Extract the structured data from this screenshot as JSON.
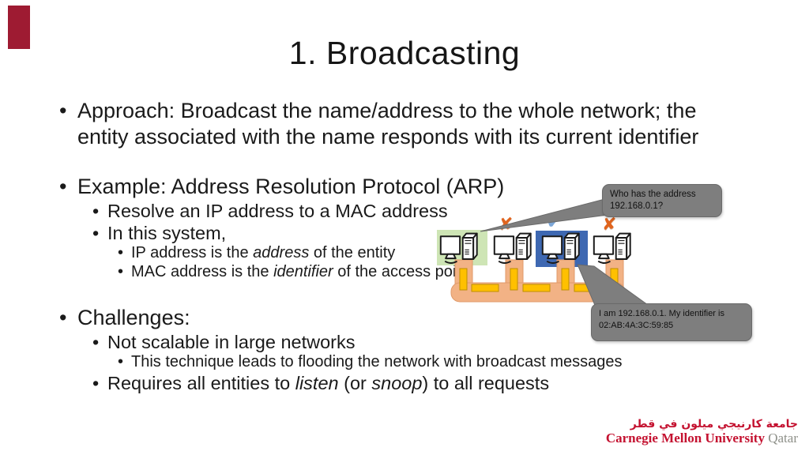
{
  "slide": {
    "title": "1. Broadcasting"
  },
  "colors": {
    "accent_red": "#9E1B32",
    "cmu_red": "#C41230",
    "logo_gray": "#8E9089",
    "callout_gray": "#7E7E7E",
    "callout_border": "#6A6A6A",
    "highlight_green": "#CEE5B5",
    "highlight_blue": "#3E68B2",
    "check_blue": "#7CA7D8",
    "x_orange": "#E0641E",
    "bus_salmon": "#F2B285",
    "bus_salmon_border": "#E09A6A",
    "bar_gold": "#FFC000",
    "bar_gold_border": "#BF9000",
    "text_dark": "#1A1A1A"
  },
  "content": {
    "bullet_glyph": "•",
    "bullets": [
      {
        "level": 1,
        "segments": [
          {
            "text": "Approach: Broadcast the name/address to the whole network; the entity associated with the name responds with its current identifier"
          }
        ]
      },
      {
        "level": 1,
        "gap_before": true,
        "segments": [
          {
            "text": "Example: Address Resolution Protocol (ARP)"
          }
        ]
      },
      {
        "level": 2,
        "segments": [
          {
            "text": "Resolve an IP address to a MAC address"
          }
        ]
      },
      {
        "level": 2,
        "segments": [
          {
            "text": "In this system,"
          }
        ]
      },
      {
        "level": 3,
        "segments": [
          {
            "text": "IP address is the "
          },
          {
            "text": "address",
            "italic": true
          },
          {
            "text": " of the entity"
          }
        ]
      },
      {
        "level": 3,
        "segments": [
          {
            "text": "MAC address is the "
          },
          {
            "text": "identifier",
            "italic": true
          },
          {
            "text": " of the access point"
          }
        ]
      },
      {
        "level": 1,
        "gap_before": true,
        "segments": [
          {
            "text": "Challenges:"
          }
        ]
      },
      {
        "level": 2,
        "segments": [
          {
            "text": "Not scalable in large networks"
          }
        ]
      },
      {
        "level": 3,
        "segments": [
          {
            "text": "This technique leads to flooding the network with broadcast messages"
          }
        ]
      },
      {
        "level": 2,
        "segments": [
          {
            "text": "Requires all entities to "
          },
          {
            "text": "listen",
            "italic": true
          },
          {
            "text": " (or "
          },
          {
            "text": "snoop",
            "italic": true
          },
          {
            "text": ") to all requests"
          }
        ]
      }
    ]
  },
  "diagram": {
    "callout_question": "Who has the address 192.168.0.1?",
    "callout_answer": "I am 192.168.0.1. My identifier is 02:AB:4A:3C:59:85",
    "marks": {
      "x": "✘",
      "check": "✔"
    },
    "computers": [
      "computer-1",
      "computer-2",
      "computer-3",
      "computer-4"
    ]
  },
  "footer": {
    "logo_arabic": "جامعة كارنيجي ميلون في قطر",
    "logo_en_red": "Carnegie Mellon University",
    "logo_en_gray": "Qatar"
  }
}
